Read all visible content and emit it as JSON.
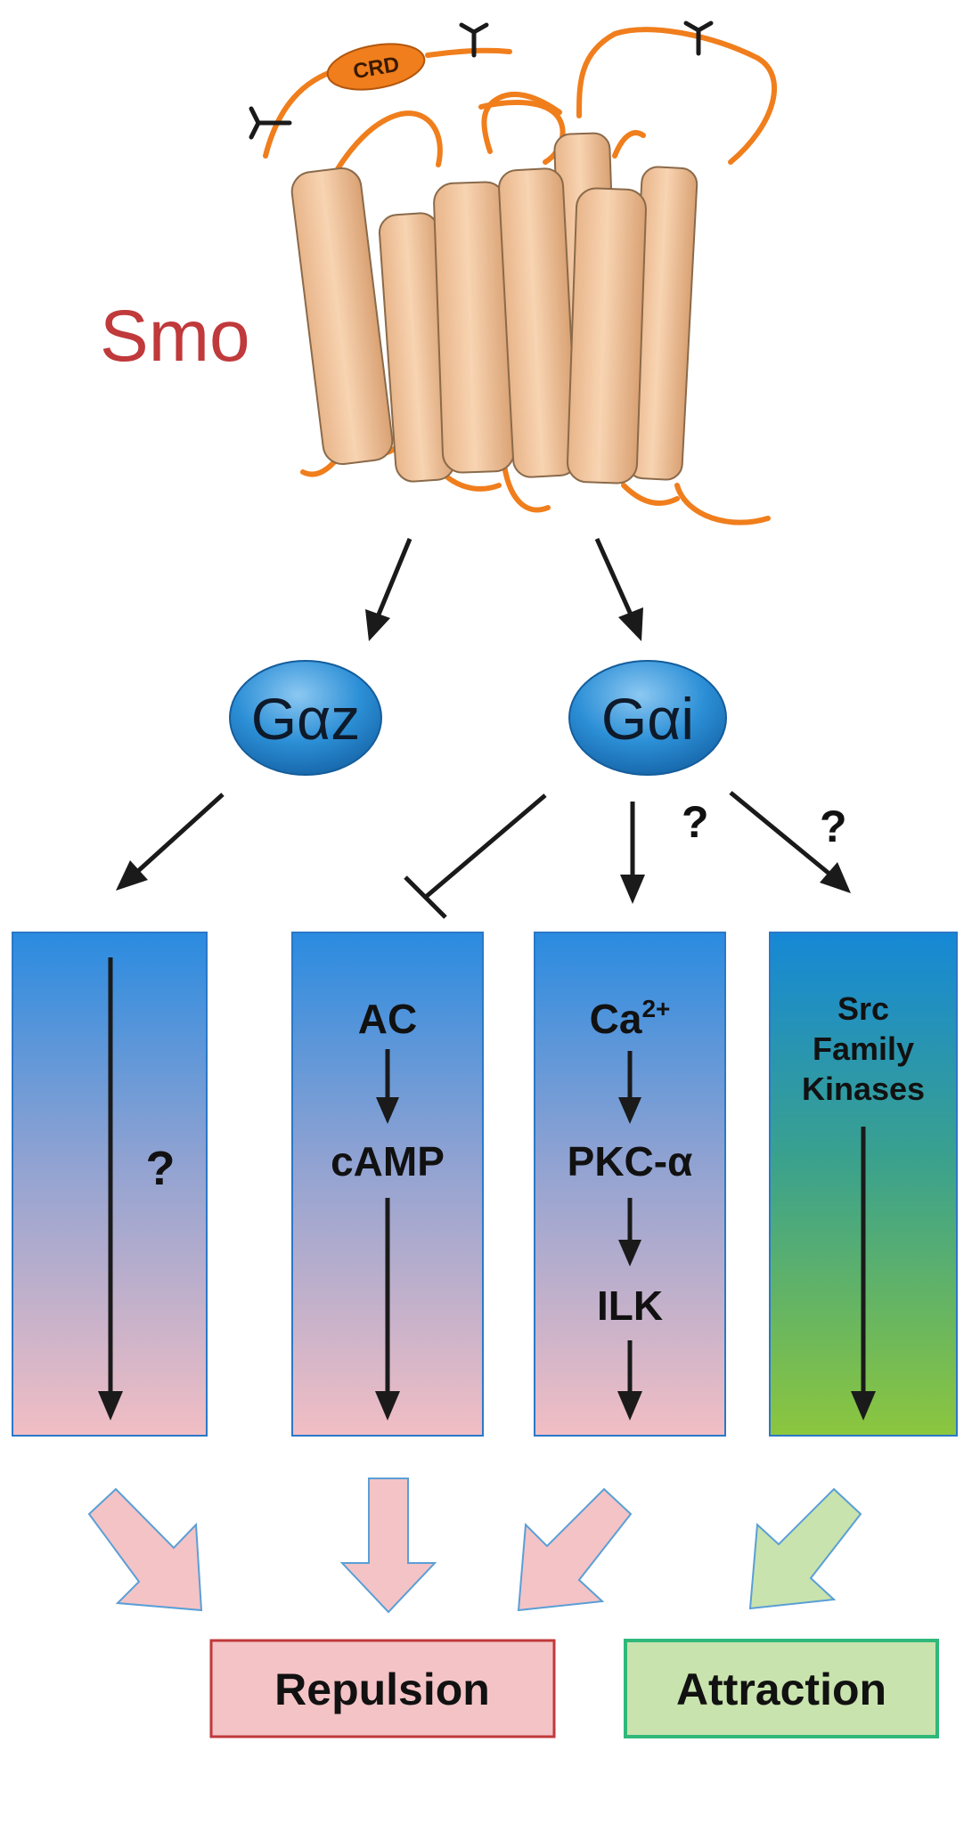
{
  "receptor": {
    "name": "Smo",
    "crd_label": "CRD"
  },
  "g_proteins": {
    "left": "Gαz",
    "right": "Gαi"
  },
  "unknown_mark": "?",
  "pathways": {
    "col1": {
      "unknown": "?"
    },
    "col2": {
      "step1": "AC",
      "step2": "cAMP"
    },
    "col3": {
      "step1_base": "Ca",
      "step1_sup": "2+",
      "step2": "PKC-α",
      "step3": "ILK"
    },
    "col4": {
      "line1": "Src",
      "line2": "Family",
      "line3": "Kinases"
    }
  },
  "edge_marks": {
    "to_col3": "?",
    "to_col4": "?"
  },
  "outcomes": {
    "repulsion": "Repulsion",
    "attraction": "Attraction"
  },
  "colors": {
    "smo_label": "#c0393b",
    "helix_fill": "#f2c39a",
    "helix_stroke": "#8a6a4a",
    "loop": "#f07e1c",
    "crd_fill": "#f07e1c",
    "g_protein": "#1f84cc",
    "box_top_blue": "#2a8be0",
    "box_bottom_pink": "#f2bec4",
    "box_bottom_green": "#8cc63e",
    "repulsion_fill": "#f4c3c6",
    "repulsion_stroke": "#c0393b",
    "attraction_fill": "#c8e3ad",
    "attraction_stroke": "#2fb87a",
    "arrow_pink_fill": "#f4c3c6",
    "arrow_pink_stroke": "#5a9fd6",
    "arrow_green_fill": "#c8e3ad",
    "arrow_green_stroke": "#5a9fd6"
  }
}
